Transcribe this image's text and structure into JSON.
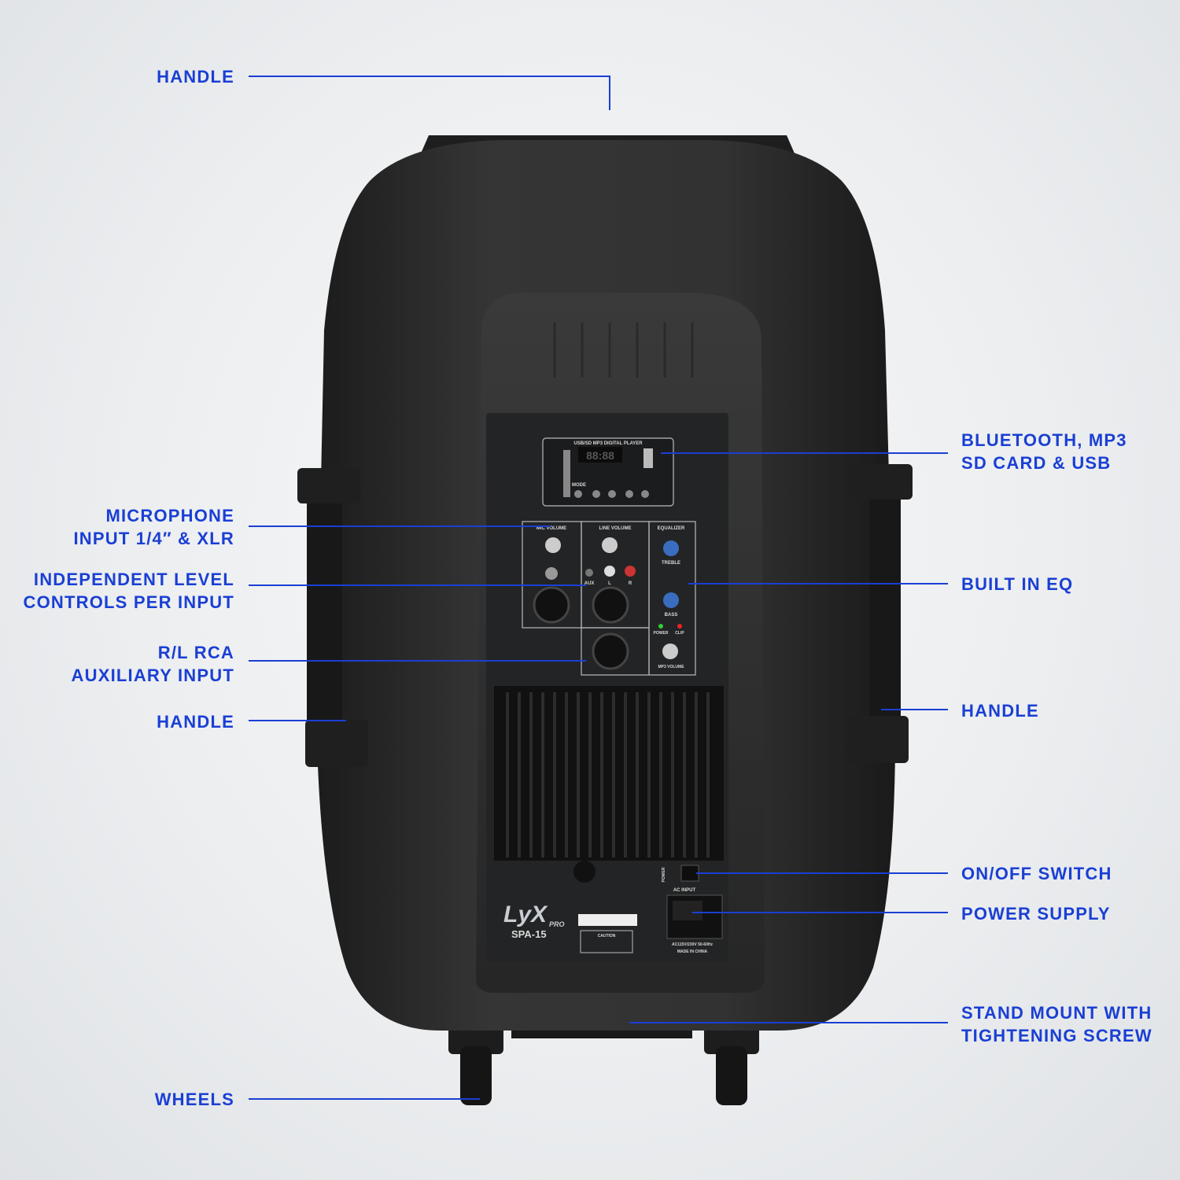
{
  "callouts": {
    "left": [
      {
        "lines": [
          "HANDLE"
        ]
      },
      {
        "lines": [
          "MICROPHONE",
          "INPUT 1/4″ & XLR"
        ]
      },
      {
        "lines": [
          "INDEPENDENT LEVEL",
          "CONTROLS PER INPUT"
        ]
      },
      {
        "lines": [
          "R/L RCA",
          "AUXILIARY INPUT"
        ]
      },
      {
        "lines": [
          "HANDLE"
        ]
      },
      {
        "lines": [
          "WHEELS"
        ]
      }
    ],
    "right": [
      {
        "lines": [
          "BLUETOOTH, MP3",
          "SD CARD & USB"
        ]
      },
      {
        "lines": [
          "BUILT IN EQ"
        ]
      },
      {
        "lines": [
          "HANDLE"
        ]
      },
      {
        "lines": [
          "ON/OFF SWITCH"
        ]
      },
      {
        "lines": [
          "POWER SUPPLY"
        ]
      },
      {
        "lines": [
          "STAND MOUNT WITH",
          "TIGHTENING SCREW"
        ]
      }
    ]
  },
  "panel": {
    "player_title": "USB/SD MP3 DIGITAL PLAYER",
    "display": "88:88",
    "mode": "MODE",
    "mic_volume": "MIC VOLUME",
    "line_volume": "LINE VOLUME",
    "equalizer": "EQUALIZER",
    "treble": "TREBLE",
    "bass": "BASS",
    "power_led": "POWER",
    "clip_led": "CLIP",
    "mp3_volume": "MP3 VOLUME",
    "aux": "AUX",
    "l": "L",
    "r": "R",
    "power_switch": "POWER",
    "ac_input": "AC INPUT",
    "voltage": "AC115V/230V 50-60Hz",
    "made_in": "MADE IN CHINA",
    "caution": "CAUTION"
  },
  "brand": {
    "logo": "LyX PRO",
    "model": "SPA-15"
  },
  "colors": {
    "accent": "#1a3fd4",
    "body": "#2a2a2a",
    "panel": "#232425"
  }
}
